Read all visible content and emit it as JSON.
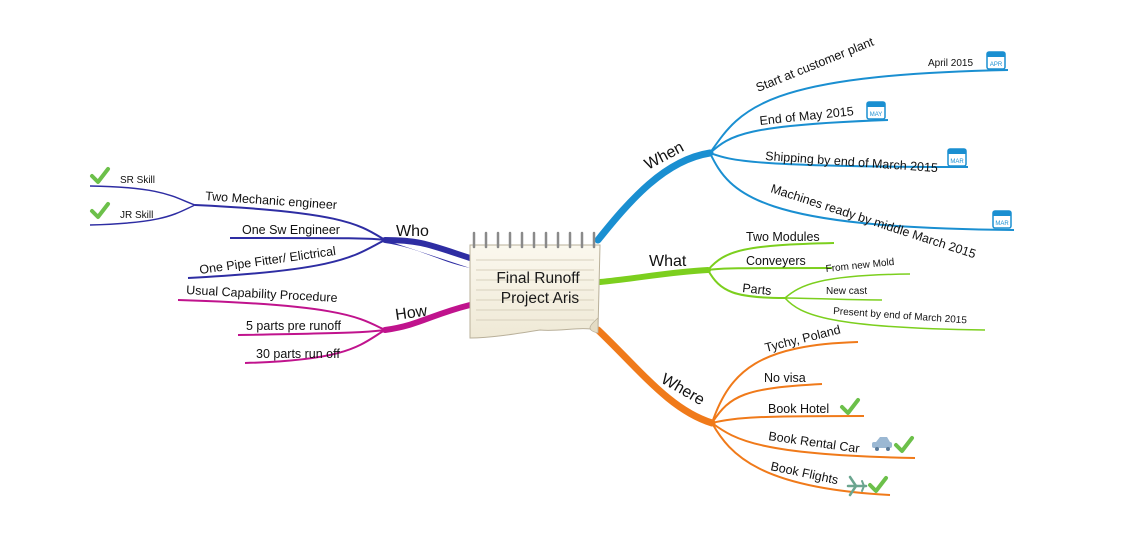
{
  "central": {
    "line1": "Final Runoff",
    "line2": "Project Aris"
  },
  "colors": {
    "who": "#2e2da3",
    "how": "#c0138d",
    "when": "#1a8fd1",
    "what": "#7ccf1e",
    "where": "#f07a1a",
    "check": "#6cc04a"
  },
  "who": {
    "label": "Who",
    "two_mech": "Two Mechanic engineer",
    "sr_skill": "SR Skill",
    "jr_skill": "JR Skill",
    "sw_eng": "One Sw Engineer",
    "pipe_fitter": "One Pipe Fitter/ Elictrical"
  },
  "how": {
    "label": "How",
    "usual": "Usual Capability Procedure",
    "five_parts": "5 parts pre runoff",
    "thirty_parts": "30 parts run off"
  },
  "when": {
    "label": "When",
    "start": "Start at customer plant",
    "april": "April 2015",
    "april_icon": "APR",
    "end_may": "End of May 2015",
    "may_icon": "MAY",
    "shipping": "Shipping by end of March 2015",
    "mar_icon": "MAR",
    "machines": "Machines ready by middle March 2015",
    "mar_icon2": "MAR"
  },
  "what": {
    "label": "What",
    "two_modules": "Two Modules",
    "conveyers": "Conveyers",
    "from_mold": "From new Mold",
    "parts": "Parts",
    "new_cast": "New cast",
    "present": "Present by end of March 2015"
  },
  "where": {
    "label": "Where",
    "tychy": "Tychy, Poland",
    "visa": "No visa",
    "hotel": "Book Hotel",
    "car": "Book Rental Car",
    "flights": "Book Flights"
  }
}
